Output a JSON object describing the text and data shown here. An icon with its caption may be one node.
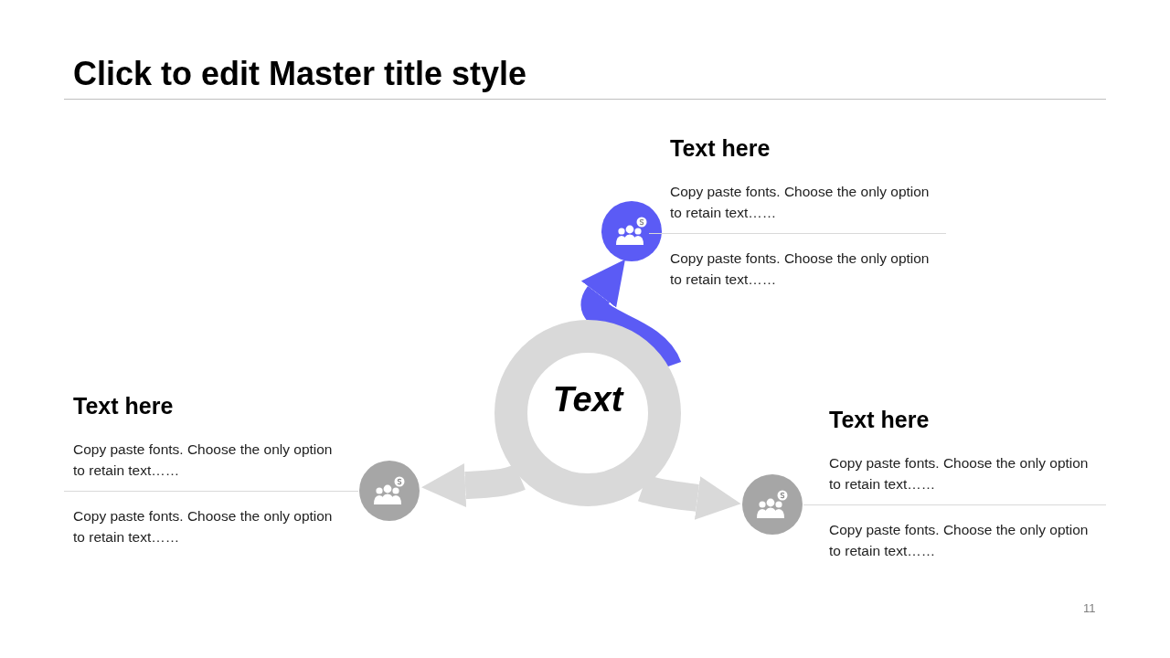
{
  "diagram": {
    "title": "Click to edit Master title style",
    "nodes": [
      {
        "text": [
          "Text"
        ]
      },
      {
        "text": [],
        "shape": "circle",
        "beside": [
          "Text here",
          "Copy paste fonts. Choose the only option to retain text……",
          "Copy paste fonts. Choose the only option to retain text……"
        ]
      },
      {
        "text": [],
        "shape": "circle",
        "beside": [
          "Text here",
          "Copy paste fonts. Choose the only option to retain text……",
          "Copy paste fonts. Choose the only option to retain text……"
        ]
      },
      {
        "text": [],
        "shape": "circle",
        "beside": [
          "Text here",
          "Copy paste fonts. Choose the only option to retain text……",
          "Copy paste fonts. Choose the only option to retain text……"
        ]
      }
    ],
    "edges": [
      {
        "from": 0,
        "to": 1,
        "arrow": "to",
        "color": "#5b5bf5"
      },
      {
        "from": 0,
        "to": 2,
        "arrow": "to"
      },
      {
        "from": 0,
        "to": 3,
        "arrow": "to"
      }
    ],
    "labels": [
      "11"
    ]
  }
}
